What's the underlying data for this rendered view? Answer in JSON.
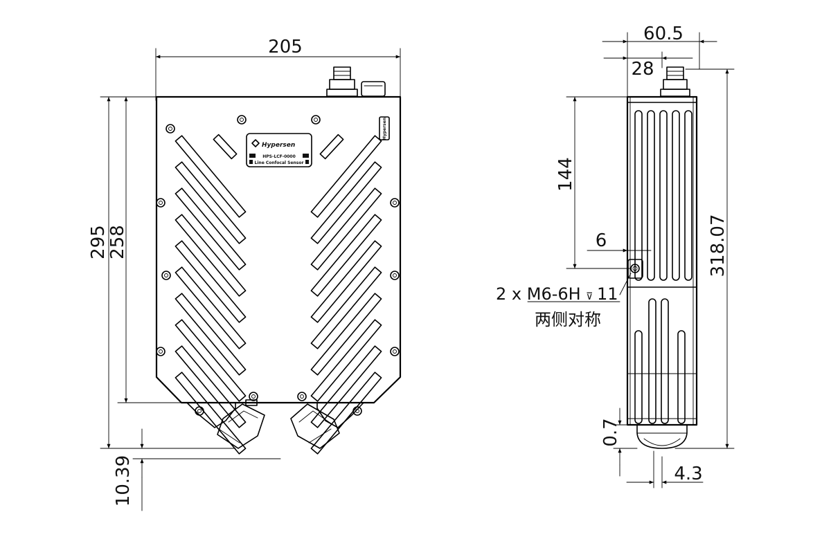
{
  "front_view": {
    "width_dim": "205",
    "height_dim_total": "295",
    "height_dim_body": "258",
    "bottom_dim": "10.39",
    "label": {
      "brand": "Hypersen",
      "model": "HPS-LCF-0000",
      "subtitle": "Line Confocal Sensor",
      "side_mark": "Hypersen"
    }
  },
  "side_view": {
    "width_dim": "60.5",
    "inner_dim": "28",
    "top_dim": "144",
    "offset_dim": "6",
    "height_dim": "318.07",
    "gap_dim": "0.7",
    "lens_dim": "4.3",
    "thread_note_prefix": "2 x M6-6H",
    "thread_depth_symbol": "⊽",
    "thread_depth": "11",
    "thread_note_2": "两侧对称"
  }
}
